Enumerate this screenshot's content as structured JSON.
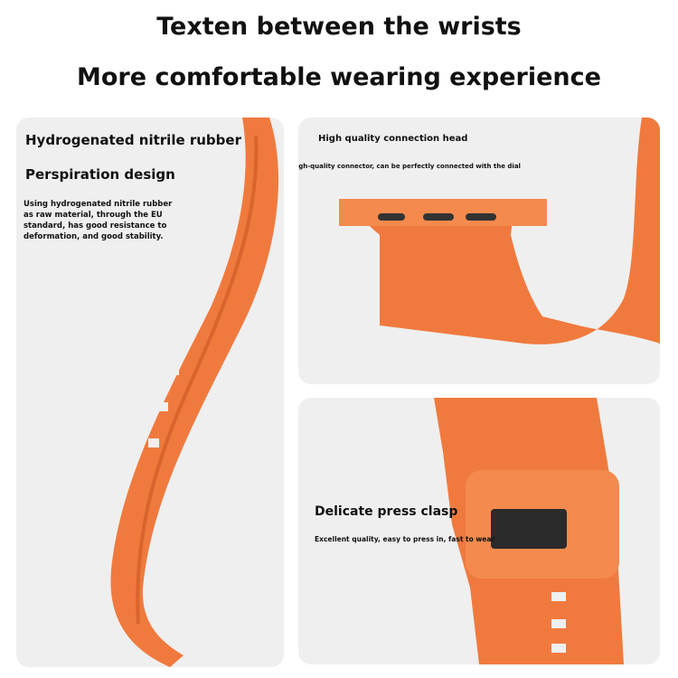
{
  "header": {
    "title": "Texten between the wrists",
    "subtitle": "More comfortable wearing experience"
  },
  "left_panel": {
    "title1": "Hydrogenated nitrile rubber",
    "title2": "Perspiration design",
    "desc": [
      "Using hydrogenated nitrile rubber",
      "as raw material, through the EU",
      "standard, has good resistance to",
      "deformation, and good stability."
    ]
  },
  "top_right_panel": {
    "title": "High quality connection head",
    "desc": "High-quality connector, can be perfectly connected with the dial"
  },
  "bottom_right_panel": {
    "title": "Delicate press clasp",
    "desc": "Excellent quality, easy to press in, fast to wear"
  },
  "colors": {
    "strap": "#f07a3e",
    "strap_dark": "#d9642c",
    "panel_bg": "#efefef"
  }
}
